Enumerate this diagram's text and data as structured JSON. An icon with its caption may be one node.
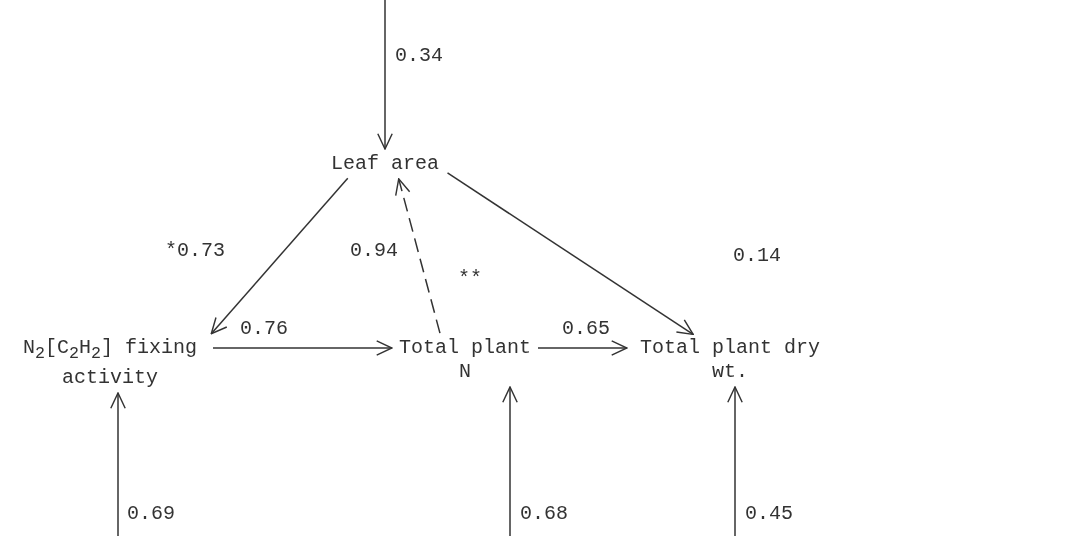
{
  "diagram": {
    "nodes": [
      {
        "text": [
          "Leaf area"
        ]
      },
      {
        "text": [
          "N$_{2}$[C$_{2}$H$_{2}$] fixing activity"
        ]
      },
      {
        "text": [
          "Total plant N"
        ]
      },
      {
        "text": [
          "Total plant dry wt."
        ]
      }
    ],
    "edges": [
      {
        "from": null,
        "to": 0,
        "arrow": "to",
        "label": "0.34"
      },
      {
        "from": 0,
        "to": 1,
        "arrow": "to",
        "label": "*0.73"
      },
      {
        "from": 2,
        "to": 0,
        "arrow": "to",
        "label": "0.94",
        "style": "dashed"
      },
      {
        "from": 0,
        "to": 3,
        "arrow": "to",
        "label": "0.14"
      },
      {
        "from": 1,
        "to": 2,
        "arrow": "to",
        "label": "0.76"
      },
      {
        "from": 2,
        "to": 3,
        "arrow": "to",
        "label": "0.65"
      },
      {
        "from": null,
        "to": 1,
        "arrow": "to",
        "label": "0.69"
      },
      {
        "from": null,
        "to": 2,
        "arrow": "to",
        "label": "0.68"
      },
      {
        "from": null,
        "to": 3,
        "arrow": "to",
        "label": "0.45"
      }
    ],
    "labels": [
      "**"
    ]
  }
}
